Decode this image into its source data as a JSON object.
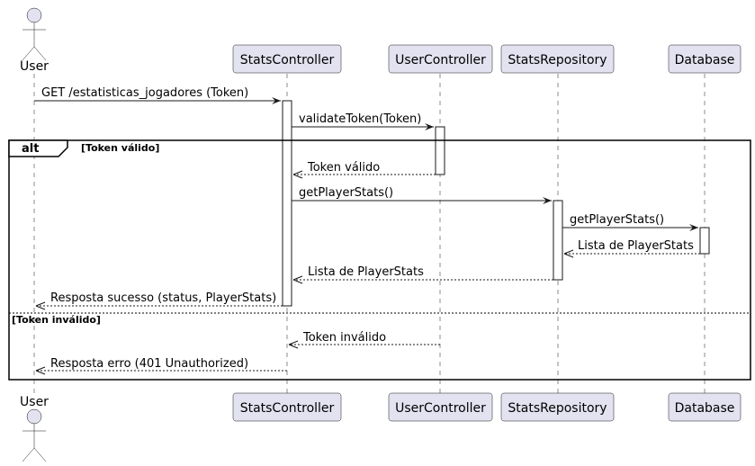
{
  "participants": [
    {
      "id": "user",
      "label": "User",
      "kind": "actor"
    },
    {
      "id": "stats_controller",
      "label": "StatsController",
      "kind": "participant"
    },
    {
      "id": "user_controller",
      "label": "UserController",
      "kind": "participant"
    },
    {
      "id": "stats_repository",
      "label": "StatsRepository",
      "kind": "participant"
    },
    {
      "id": "database",
      "label": "Database",
      "kind": "participant"
    }
  ],
  "messages": [
    {
      "from": "user",
      "to": "stats_controller",
      "label": "GET /estatisticas_jogadores (Token)",
      "style": "solid"
    },
    {
      "from": "stats_controller",
      "to": "user_controller",
      "label": "validateToken(Token)",
      "style": "solid"
    },
    {
      "from": "user_controller",
      "to": "stats_controller",
      "label": "Token válido",
      "style": "dashed"
    },
    {
      "from": "stats_controller",
      "to": "stats_repository",
      "label": "getPlayerStats()",
      "style": "solid"
    },
    {
      "from": "stats_repository",
      "to": "database",
      "label": "getPlayerStats()",
      "style": "solid"
    },
    {
      "from": "database",
      "to": "stats_repository",
      "label": "Lista de PlayerStats",
      "style": "dashed"
    },
    {
      "from": "stats_repository",
      "to": "stats_controller",
      "label": "Lista de PlayerStats",
      "style": "dashed"
    },
    {
      "from": "stats_controller",
      "to": "user",
      "label": "Resposta sucesso (status, PlayerStats)",
      "style": "dashed"
    },
    {
      "from": "user_controller",
      "to": "stats_controller",
      "label": "Token inválido",
      "style": "dashed"
    },
    {
      "from": "stats_controller",
      "to": "user",
      "label": "Resposta erro (401 Unauthorized)",
      "style": "dashed"
    }
  ],
  "fragment": {
    "keyword": "alt",
    "guards": [
      "[Token válido]",
      "[Token inválido]"
    ]
  },
  "colors": {
    "participant_fill": "#E2E2F0",
    "stroke": "#181818"
  }
}
